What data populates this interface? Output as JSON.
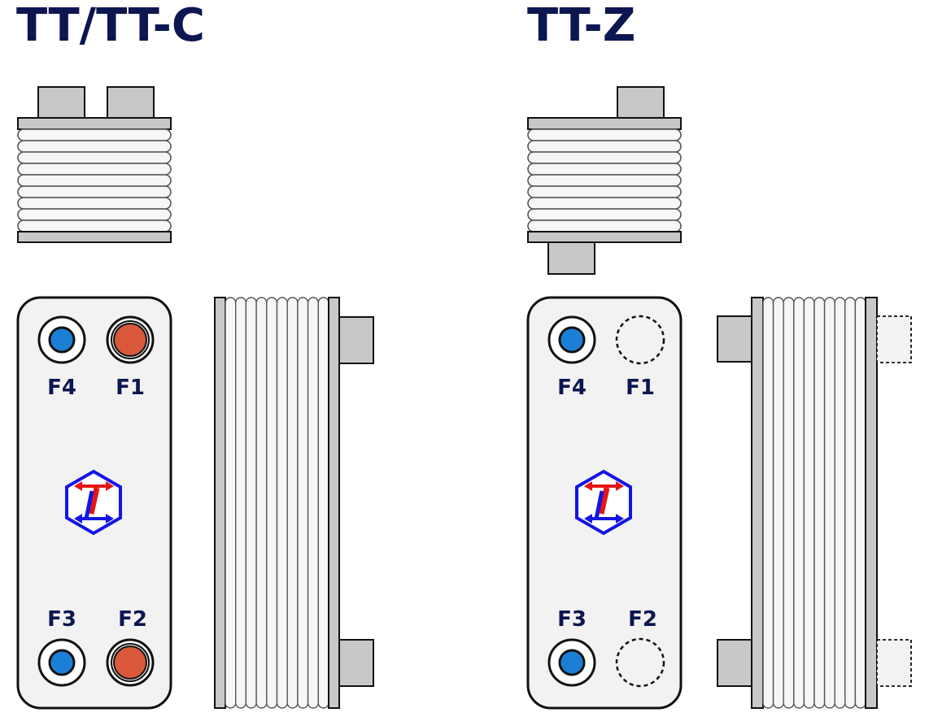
{
  "titles": {
    "left": "TT/TT-C",
    "right": "TT-Z"
  },
  "ports": {
    "left": {
      "top_left": "F4",
      "top_right": "F1",
      "bottom_left": "F3",
      "bottom_right": "F2"
    },
    "right": {
      "top_left": "F4",
      "top_right": "F1",
      "bottom_left": "F3",
      "bottom_right": "F2"
    }
  },
  "colors": {
    "title": "#0c1650",
    "plate_fill": "#f2f2f2",
    "frame_fill": "#c8c8c8",
    "outline": "#111111",
    "port_cold": "#1c7fd6",
    "port_hot": "#d9583a",
    "logo_blue": "#1414e6",
    "logo_red": "#e61414"
  },
  "icons": {
    "logo": "hexagon-ti-logo",
    "cold_port": "blue-port-circle",
    "hot_port": "red-port-circle",
    "blanked_port": "dashed-port-circle"
  }
}
